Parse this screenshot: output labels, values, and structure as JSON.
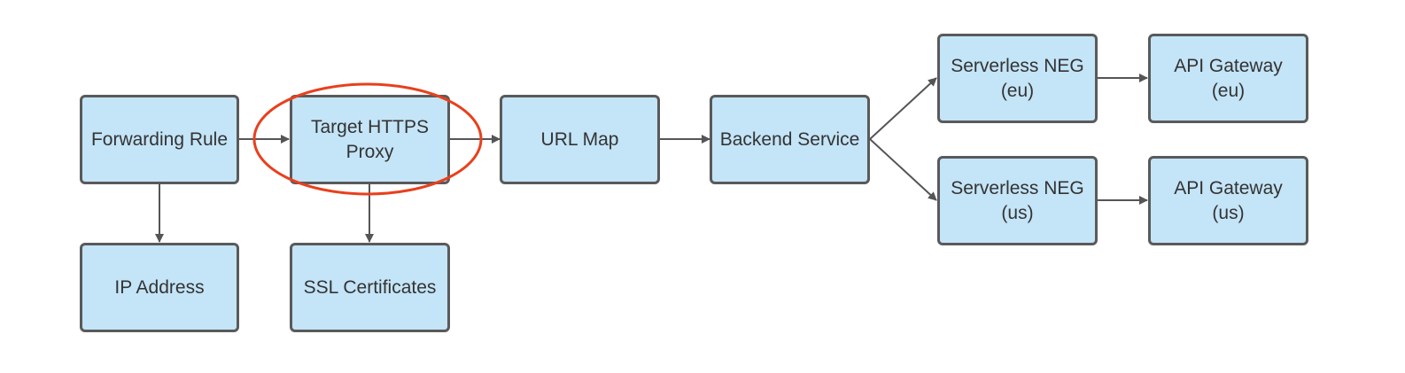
{
  "diagram": {
    "nodes": {
      "forwarding_rule": "Forwarding Rule",
      "target_https_proxy": "Target HTTPS\nProxy",
      "url_map": "URL Map",
      "backend_service": "Backend Service",
      "serverless_neg_eu": "Serverless NEG\n(eu)",
      "api_gateway_eu": "API Gateway\n(eu)",
      "serverless_neg_us": "Serverless NEG\n(us)",
      "api_gateway_us": "API Gateway\n(us)",
      "ip_address": "IP Address",
      "ssl_certificates": "SSL Certificates"
    },
    "colors": {
      "node_fill": "#c4e4f7",
      "node_border": "#5a5a5a",
      "connector": "#555555",
      "highlight": "#e8401c"
    }
  }
}
